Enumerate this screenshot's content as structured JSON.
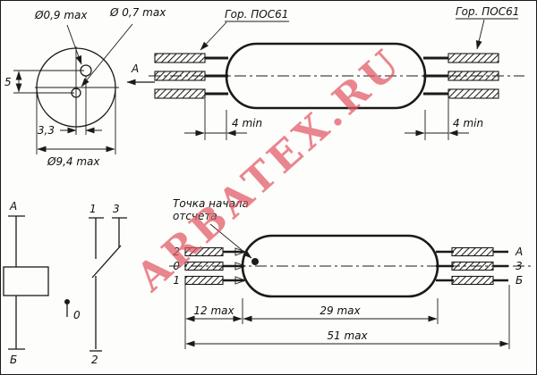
{
  "colors": {
    "line": "#1a1a1a",
    "watermark": "#e25864"
  },
  "watermark": {
    "text": "ARBATEX.RU"
  },
  "top_left": {
    "dim_pin1": "Ø0,9 max",
    "dim_pin2": "Ø 0,7 max",
    "dim_height": "5",
    "dim_offset": "3,3",
    "dim_diameter": "Ø9,4 max",
    "section_label": "А"
  },
  "top_right": {
    "solder_left": "Гор. ПОС61",
    "solder_right": "Гор. ПОС61",
    "dim_left": "4 min",
    "dim_right": "4 min"
  },
  "schematic": {
    "terminal_top": "А",
    "terminal_bottom": "Б",
    "pin1": "1",
    "pin3": "3",
    "pin0": "0",
    "pin2": "2"
  },
  "bottom_right": {
    "note_line1": "Точка начала",
    "note_line2": "отсчета",
    "left_pins": [
      "2",
      "0",
      "1"
    ],
    "right_pins": [
      "А",
      "3",
      "Б"
    ],
    "dim_inner": "12 max",
    "dim_body": "29 max",
    "dim_total": "51 max"
  }
}
